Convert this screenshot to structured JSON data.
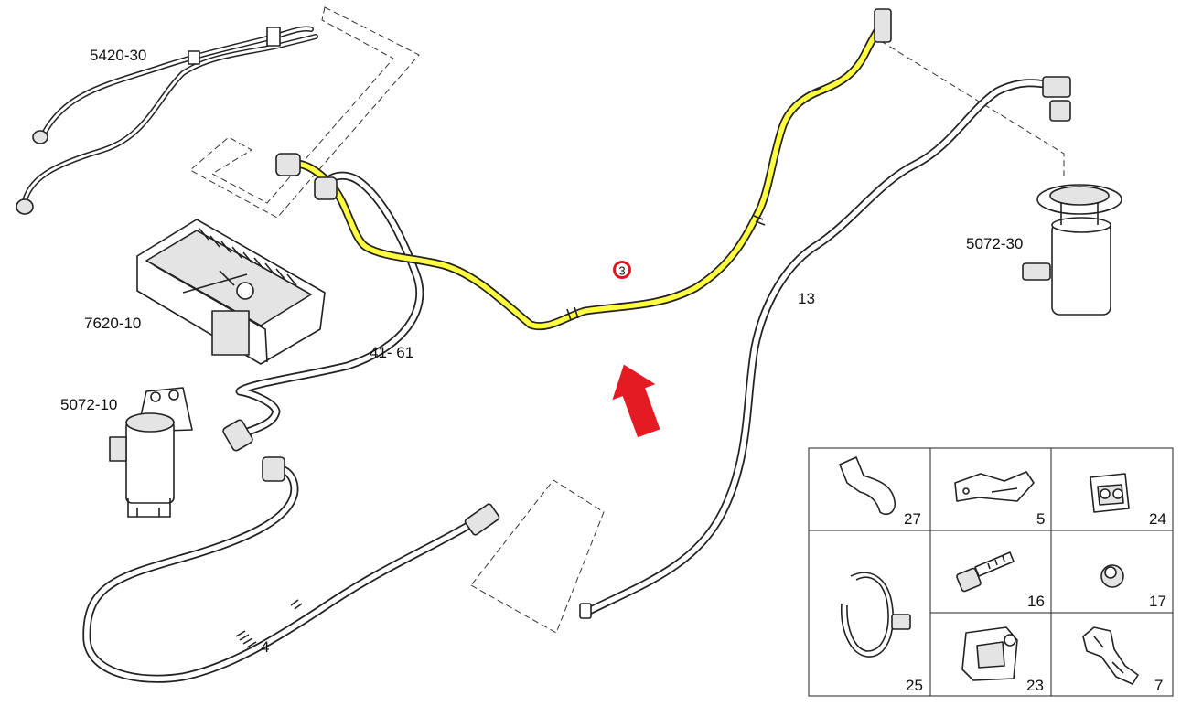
{
  "labels": {
    "part_5420_30": "5420-30",
    "part_7620_10": "7620-10",
    "part_5072_10": "5072-10",
    "part_41_61": "41- 61",
    "part_13": "13",
    "part_5072_30": "5072-30",
    "part_4": "4",
    "callout_3": "3"
  },
  "legend_cells": [
    {
      "id": "27",
      "label": "27"
    },
    {
      "id": "5",
      "label": "5"
    },
    {
      "id": "24",
      "label": "24"
    },
    {
      "id": "25",
      "label": "25"
    },
    {
      "id": "16",
      "label": "16"
    },
    {
      "id": "17",
      "label": "17"
    },
    {
      "id": "23",
      "label": "23"
    },
    {
      "id": "7",
      "label": "7"
    }
  ],
  "colors": {
    "highlight_hose": "#ffff40",
    "callout_red": "#e0141e",
    "arrow_red": "#e51b24"
  },
  "icons": {
    "arrow": "up-arrow-icon",
    "callout": "numbered-circle-icon"
  }
}
